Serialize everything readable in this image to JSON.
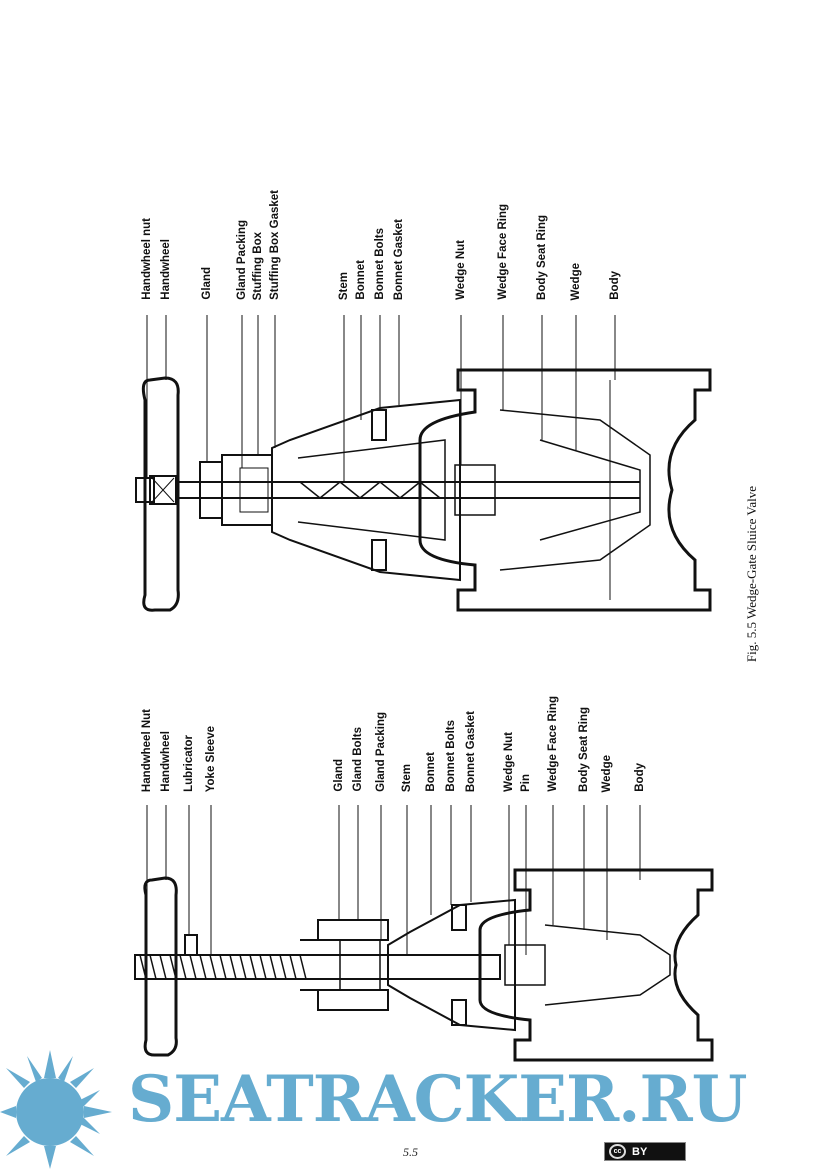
{
  "top_diagram": {
    "labels": [
      "Handwheel nut",
      "Handwheel",
      "Gland",
      "Gland Packing",
      "Stuffing Box",
      "Stuffing Box Gasket",
      "Stem",
      "Bonnet",
      "Bonnet Bolts",
      "Bonnet Gasket",
      "Wedge Nut",
      "Wedge Face Ring",
      "Body Seat Ring",
      "Wedge",
      "Body"
    ]
  },
  "bottom_diagram": {
    "labels": [
      "Handwheel Nut",
      "Handwheel",
      "Lubricator",
      "Yoke Sleeve",
      "Gland",
      "Gland Bolts",
      "Gland Packing",
      "Stem",
      "Bonnet",
      "Bonnet Bolts",
      "Bonnet Gasket",
      "Wedge Nut",
      "Pin",
      "Wedge Face Ring",
      "Body Seat Ring",
      "Wedge",
      "Body"
    ]
  },
  "caption": "Fig. 5.5 Wedge-Gate Sluice Valve",
  "page_number": "5.5",
  "license_badge": {
    "cc": "cc",
    "by": "BY"
  },
  "watermark": {
    "text": "SEATRACKER.RU",
    "color": "#66acd0"
  }
}
